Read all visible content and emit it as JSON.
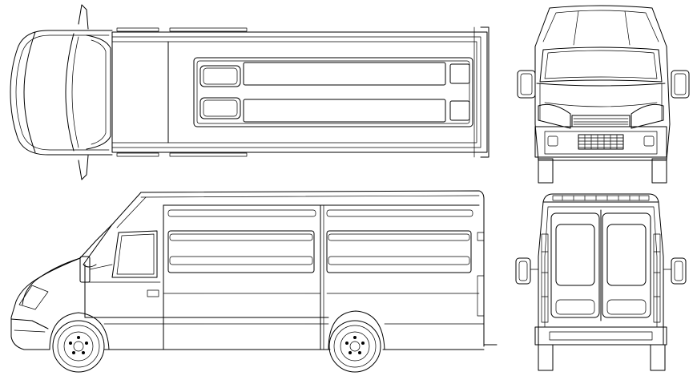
{
  "drawing": {
    "views": [
      {
        "id": "top",
        "label": ""
      },
      {
        "id": "front",
        "label": ""
      },
      {
        "id": "side",
        "label": ""
      },
      {
        "id": "rear",
        "label": ""
      }
    ],
    "line_color": "#000000",
    "background": "#ffffff"
  }
}
